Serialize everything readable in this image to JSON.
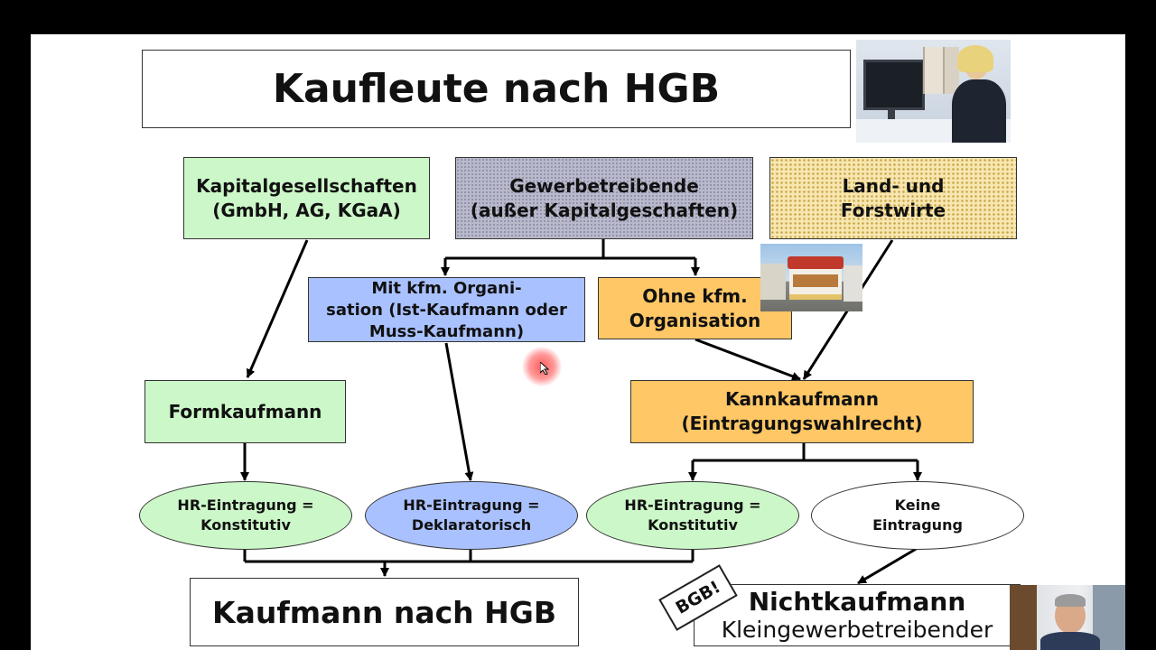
{
  "title": "Kaufleute nach HGB",
  "nodes": {
    "kapital": "Kapitalgesellschaften\n(GmbH, AG, KGaA)",
    "gewerbe": "Gewerbetreibende\n(außer Kapitalgeschaften)",
    "land": "Land- und\nForstwirte",
    "mit_org": "Mit kfm. Organi-\nsation (Ist-Kaufmann oder\nMuss-Kaufmann)",
    "ohne_org": "Ohne kfm.\nOrganisation",
    "form": "Formkaufmann",
    "kann": "Kannkaufmann\n(Eintragungswahlrecht)",
    "hr1": "HR-Eintragung =\nKonstitutiv",
    "hr2": "HR-Eintragung =\nDeklaratorisch",
    "hr3": "HR-Eintragung =\nKonstitutiv",
    "keine": "Keine\nEintragung",
    "kaufmann": "Kaufmann nach HGB",
    "nicht_main": "Nichtkaufmann",
    "nicht_sub": "Kleingewerbetreibender",
    "bgb": "BGB!"
  },
  "colors": {
    "green": "#ccf7c8",
    "blue": "#a9c1ff",
    "orange": "#ffc766",
    "gray": "#b9b9cc",
    "yellow": "#f7e6b0"
  }
}
